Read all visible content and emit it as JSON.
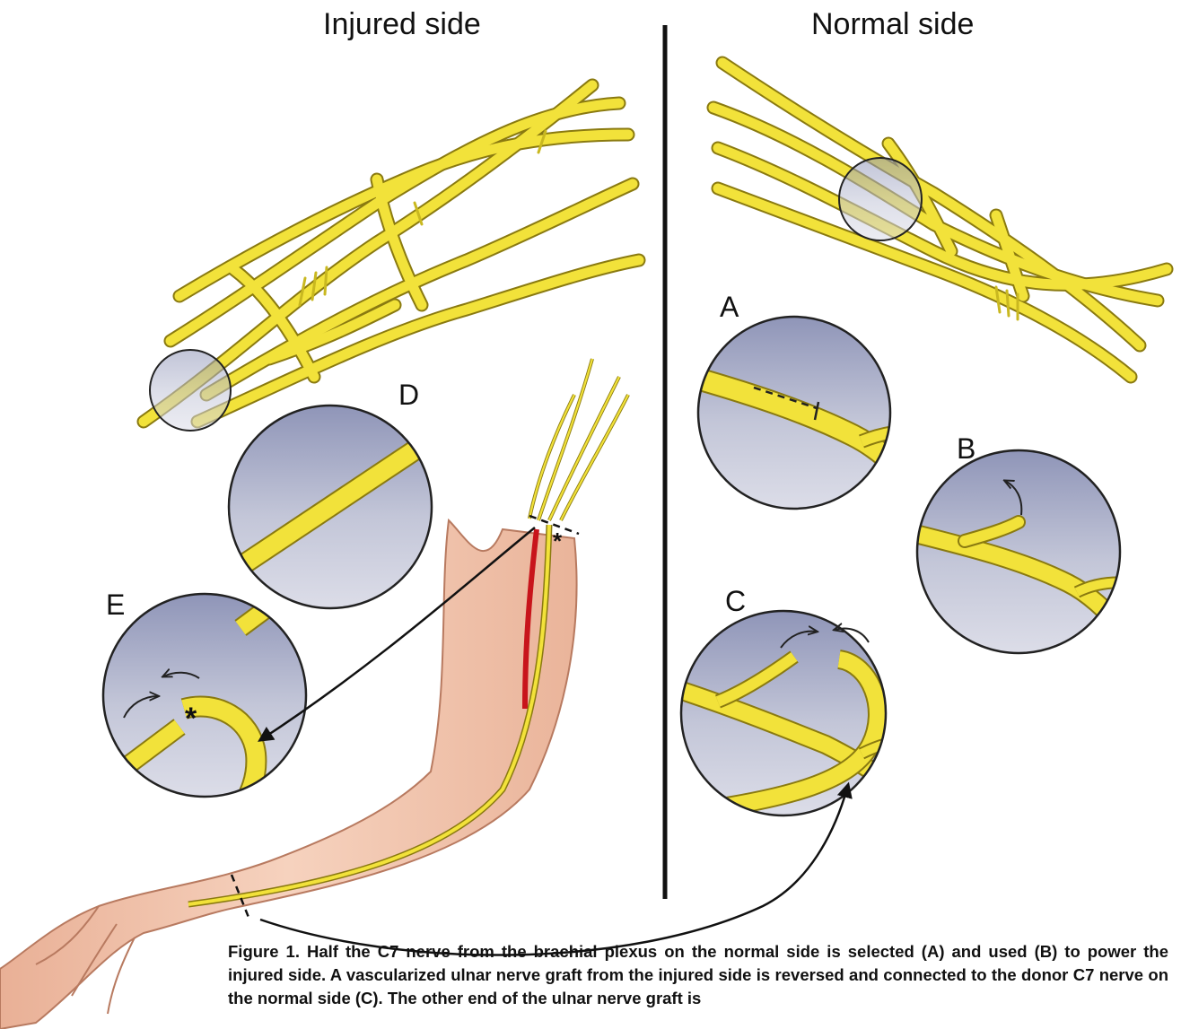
{
  "headings": {
    "injured": "Injured side",
    "normal": "Normal side"
  },
  "panel_labels": {
    "a": "A",
    "b": "B",
    "c": "C",
    "d": "D",
    "e": "E"
  },
  "caption": {
    "text": "Figure 1. Half the C7 nerve from the brachial plexus on the normal side is selected (A) and used (B) to power the injured side. A vascularized ulnar nerve graft from the injured side is reversed and connected to the donor C7 nerve on the normal side (C). The other end of the ulnar nerve graft is"
  },
  "markers": {
    "asterisk": "*"
  },
  "colors": {
    "nerve": "#f2e23a",
    "nerve_outline": "#8a7a10",
    "lens_top": "#8f95b8",
    "lens_bottom": "#d8dae6",
    "skin": "#f2c2a8",
    "skin_outline": "#b87a60",
    "vessel": "#c8141b",
    "divider": "#111111"
  }
}
